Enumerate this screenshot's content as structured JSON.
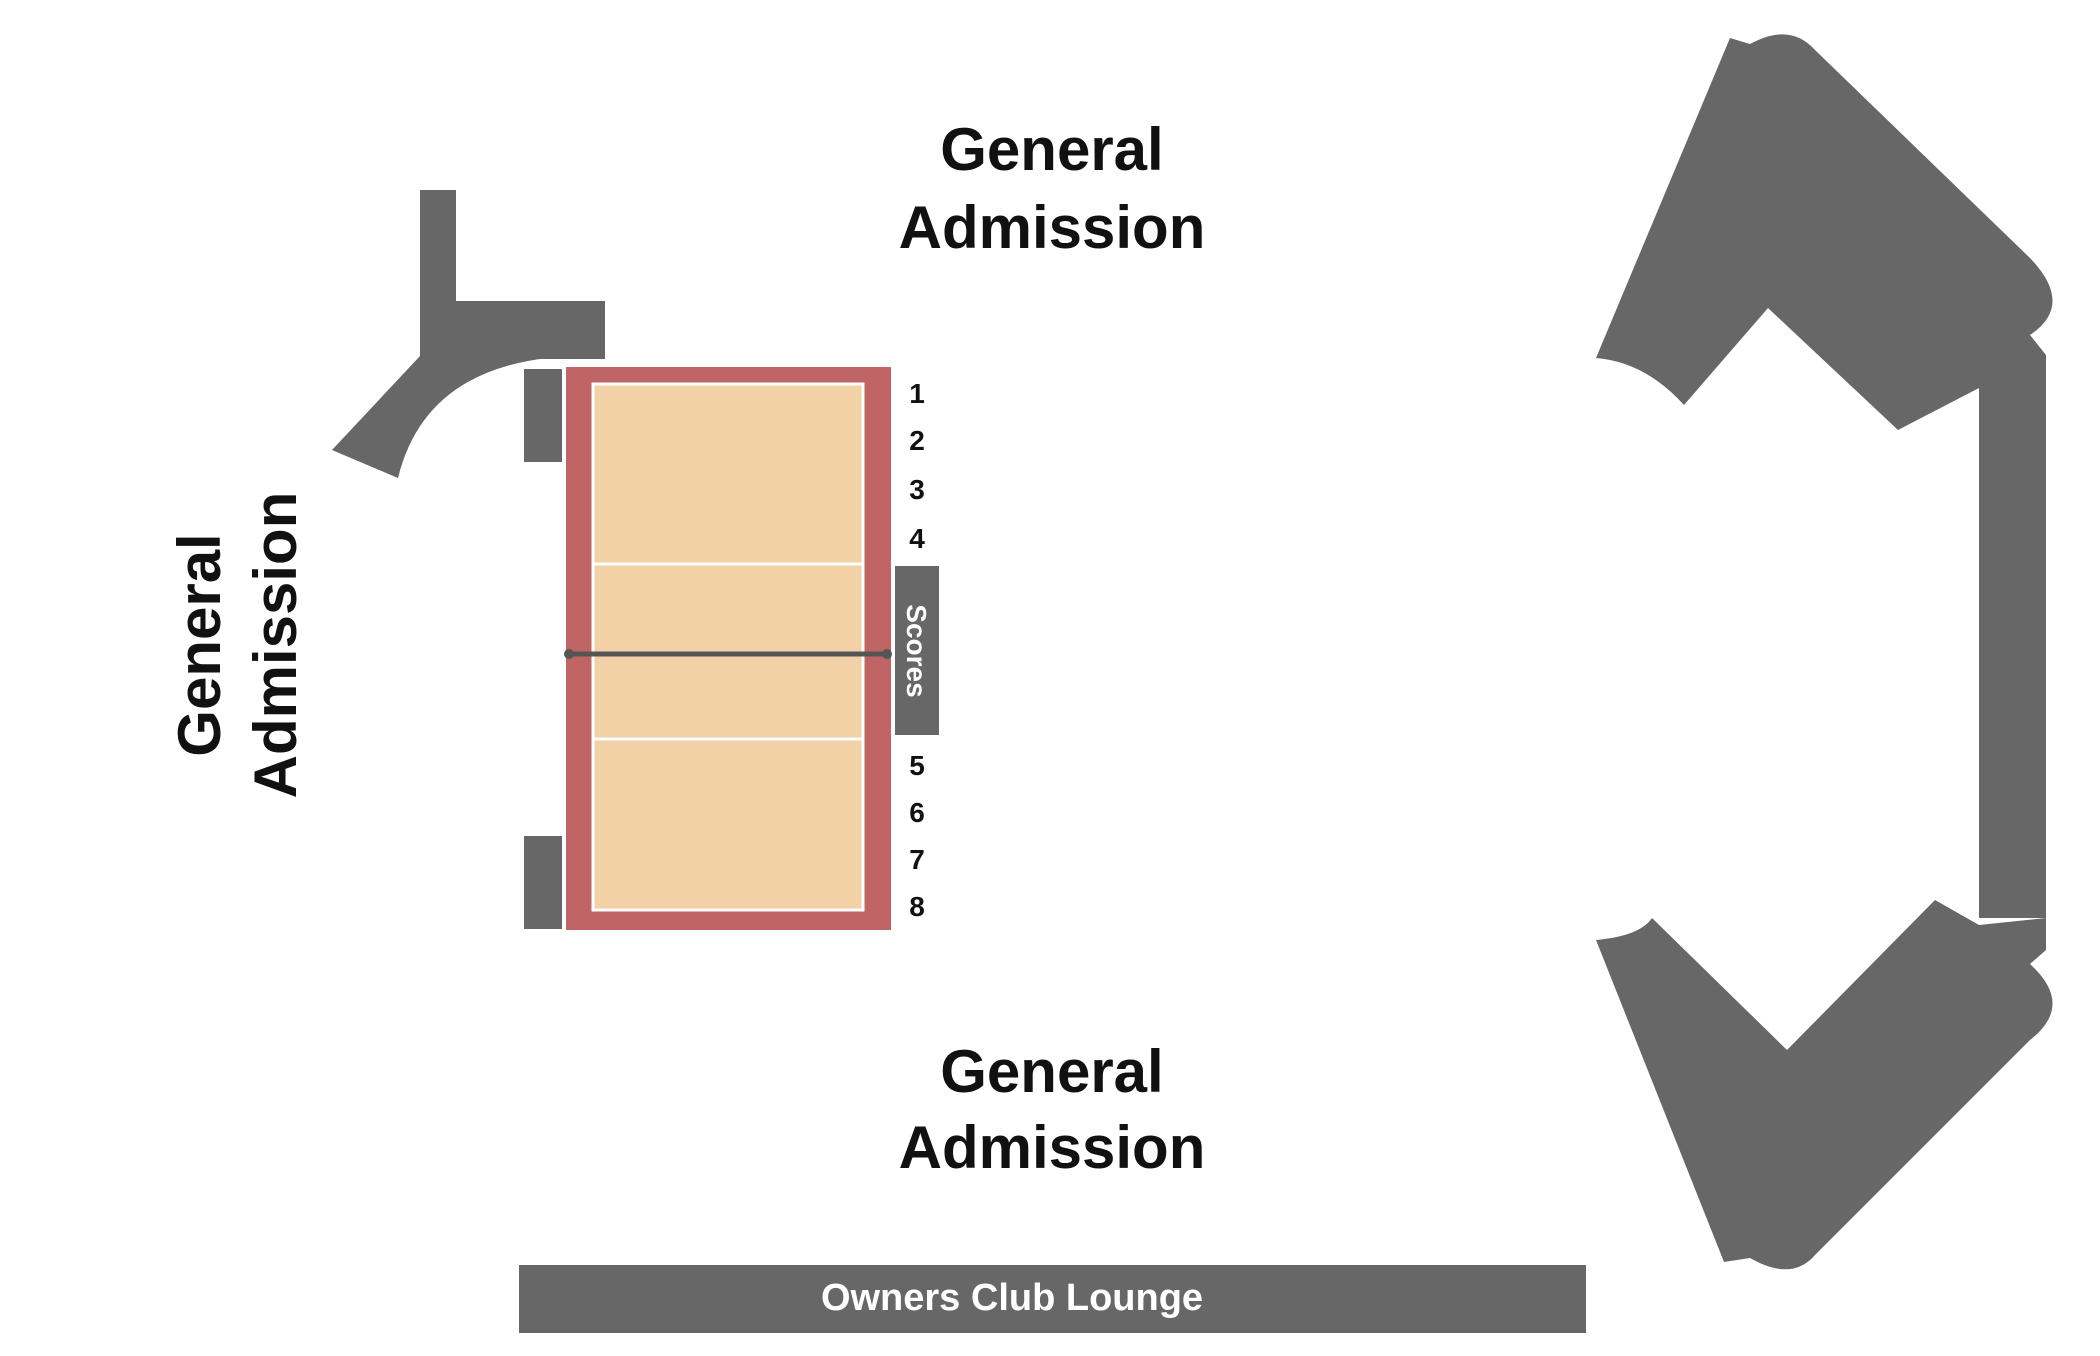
{
  "sections": {
    "top_label_line1": "General",
    "top_label_line2": "Admission",
    "left_label_line1": "General",
    "left_label_line2": "Admission",
    "bottom_label_line1": "General",
    "bottom_label_line2": "Admission"
  },
  "rows": {
    "upper": [
      "1",
      "2",
      "3",
      "4"
    ],
    "lower": [
      "5",
      "6",
      "7",
      "8"
    ]
  },
  "scoreboard_label": "Scores",
  "lounge_label": "Owners Club Lounge",
  "colors": {
    "seat_block": "#676767",
    "court_border": "#c06565",
    "court_surface": "#f2d1a6",
    "court_lines": "#ffffff",
    "background": "#ffffff",
    "text": "#111111"
  }
}
